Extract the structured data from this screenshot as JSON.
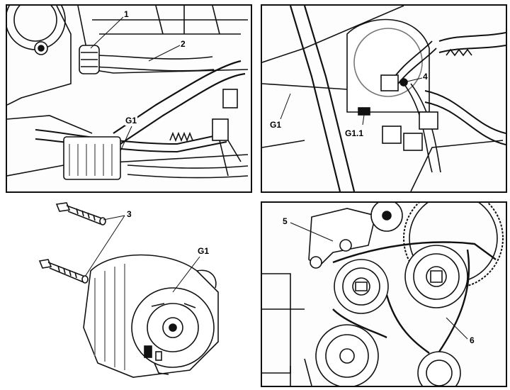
{
  "panels": {
    "top_left": {
      "labels": [
        "1",
        "2",
        "G1"
      ]
    },
    "top_right": {
      "labels": [
        "4",
        "G1",
        "G1.1"
      ]
    },
    "bottom_left": {
      "labels": [
        "3",
        "G1"
      ]
    },
    "bottom_right": {
      "labels": [
        "5",
        "6"
      ]
    }
  },
  "icons": [
    "clamp-icon",
    "hose-icon",
    "alternator-icon",
    "bolt-icon",
    "pulley-icon",
    "belt-tensioner-icon",
    "connector-icon"
  ],
  "colors": {
    "ink": "#111111",
    "paper": "#ffffff",
    "shade": "#777777"
  }
}
